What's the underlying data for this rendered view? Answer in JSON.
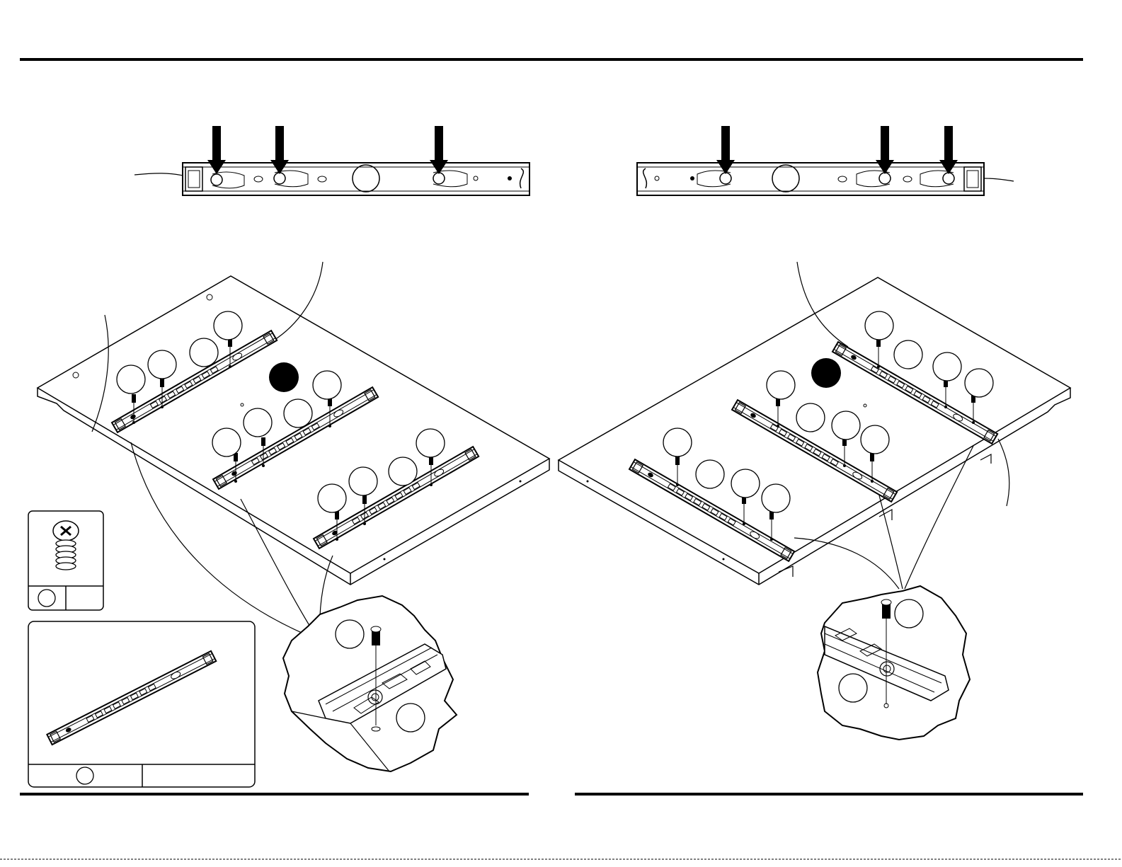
{
  "page": {
    "background": "#ffffff",
    "ink": "#000000"
  },
  "left_step": {
    "plan_arrows": 3,
    "drawer_slides": 3,
    "screws_per_slide": 3
  },
  "right_step": {
    "plan_arrows": 3,
    "drawer_slides": 3,
    "screws_per_slide": 3
  },
  "hardware_legend": {
    "screw_icon": "euro-screw-icon",
    "slide_icon": "drawer-slide-icon",
    "screw_callout": "",
    "slide_callout": ""
  }
}
